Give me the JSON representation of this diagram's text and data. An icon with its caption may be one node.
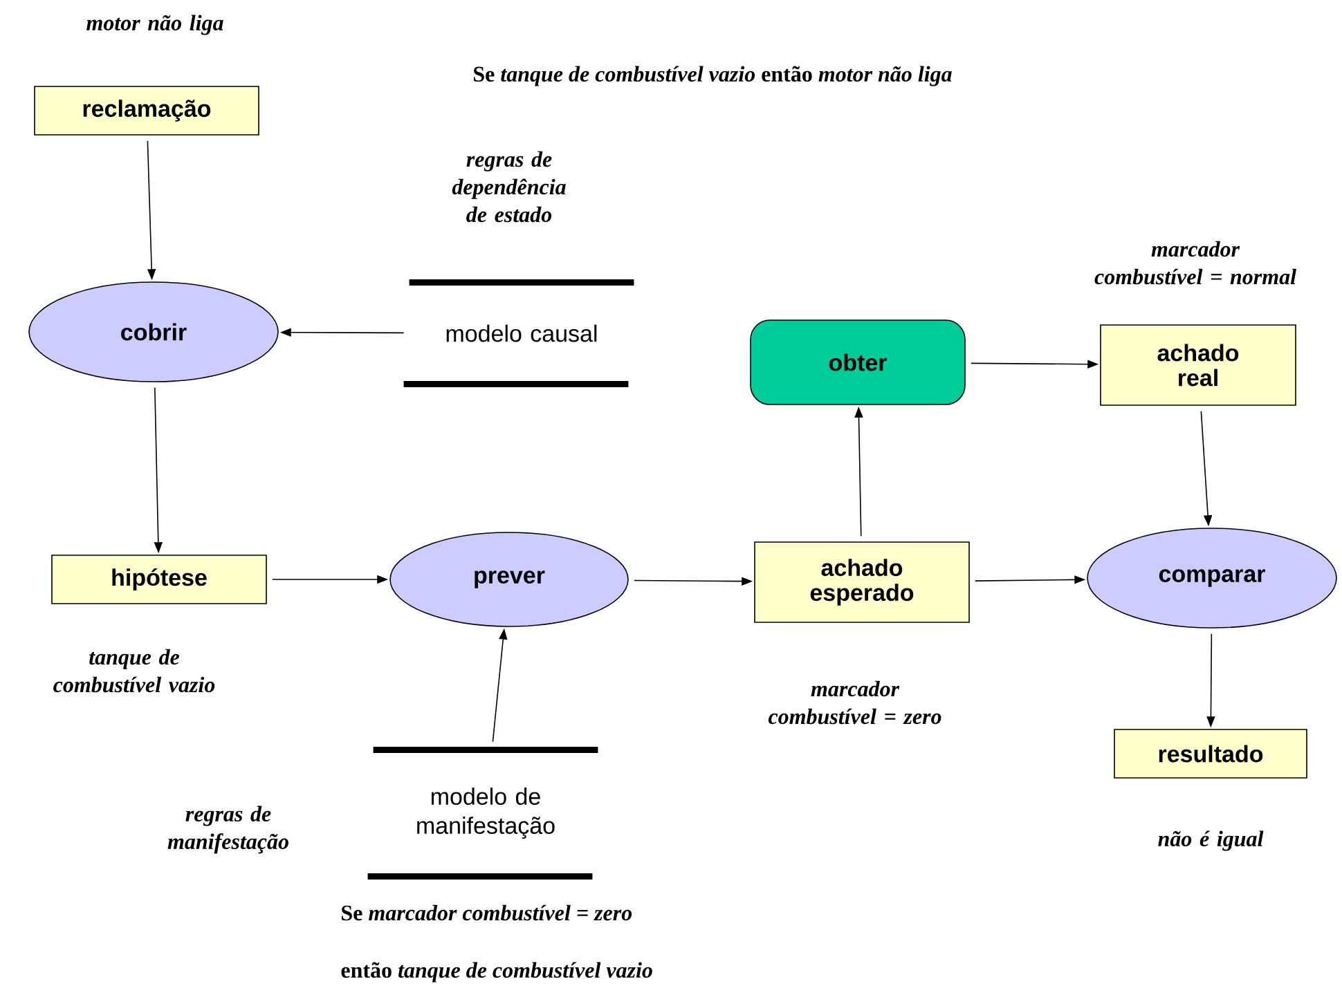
{
  "diagram": {
    "nodes": [
      {
        "text": [
          "reclamação"
        ],
        "beside": [
          "motor não liga"
        ]
      },
      {
        "text": [
          "cobrir"
        ]
      },
      {
        "text": [
          "modelo causal"
        ],
        "beside": [
          "regras de dependência de estado"
        ]
      },
      {
        "text": [
          "hipótese"
        ],
        "beside": [
          "tanque de combustível vazio"
        ]
      },
      {
        "text": [
          "prever"
        ]
      },
      {
        "text": [
          "modelo de manifestação"
        ],
        "beside": [
          "regras de manifestação"
        ]
      },
      {
        "text": [
          "achado esperado"
        ],
        "beside": [
          "marcador combustível = zero"
        ]
      },
      {
        "text": [
          "obter"
        ]
      },
      {
        "text": [
          "achado real"
        ],
        "beside": [
          "marcador combustível = normal"
        ]
      },
      {
        "text": [
          "comparar"
        ]
      },
      {
        "text": [
          "resultado"
        ],
        "beside": [
          "não é igual"
        ]
      }
    ],
    "edges": [
      {
        "from": 0,
        "to": 1,
        "arrow": "to"
      },
      {
        "from": 2,
        "to": 1,
        "arrow": "to"
      },
      {
        "from": 1,
        "to": 3,
        "arrow": "to"
      },
      {
        "from": 3,
        "to": 4,
        "arrow": "to"
      },
      {
        "from": 5,
        "to": 4,
        "arrow": "to"
      },
      {
        "from": 4,
        "to": 6,
        "arrow": "to"
      },
      {
        "from": 6,
        "to": 7,
        "arrow": "to"
      },
      {
        "from": 7,
        "to": 8,
        "arrow": "to"
      },
      {
        "from": 8,
        "to": 9,
        "arrow": "to"
      },
      {
        "from": 6,
        "to": 9,
        "arrow": "to"
      },
      {
        "from": 9,
        "to": 10,
        "arrow": "to"
      }
    ],
    "labels": [
      "**Se** *tanque de combustível vazio* **então** *motor não liga*",
      "**Se** *marcador combustível = zero*",
      "**então** *tanque de combustível vazio*"
    ]
  }
}
